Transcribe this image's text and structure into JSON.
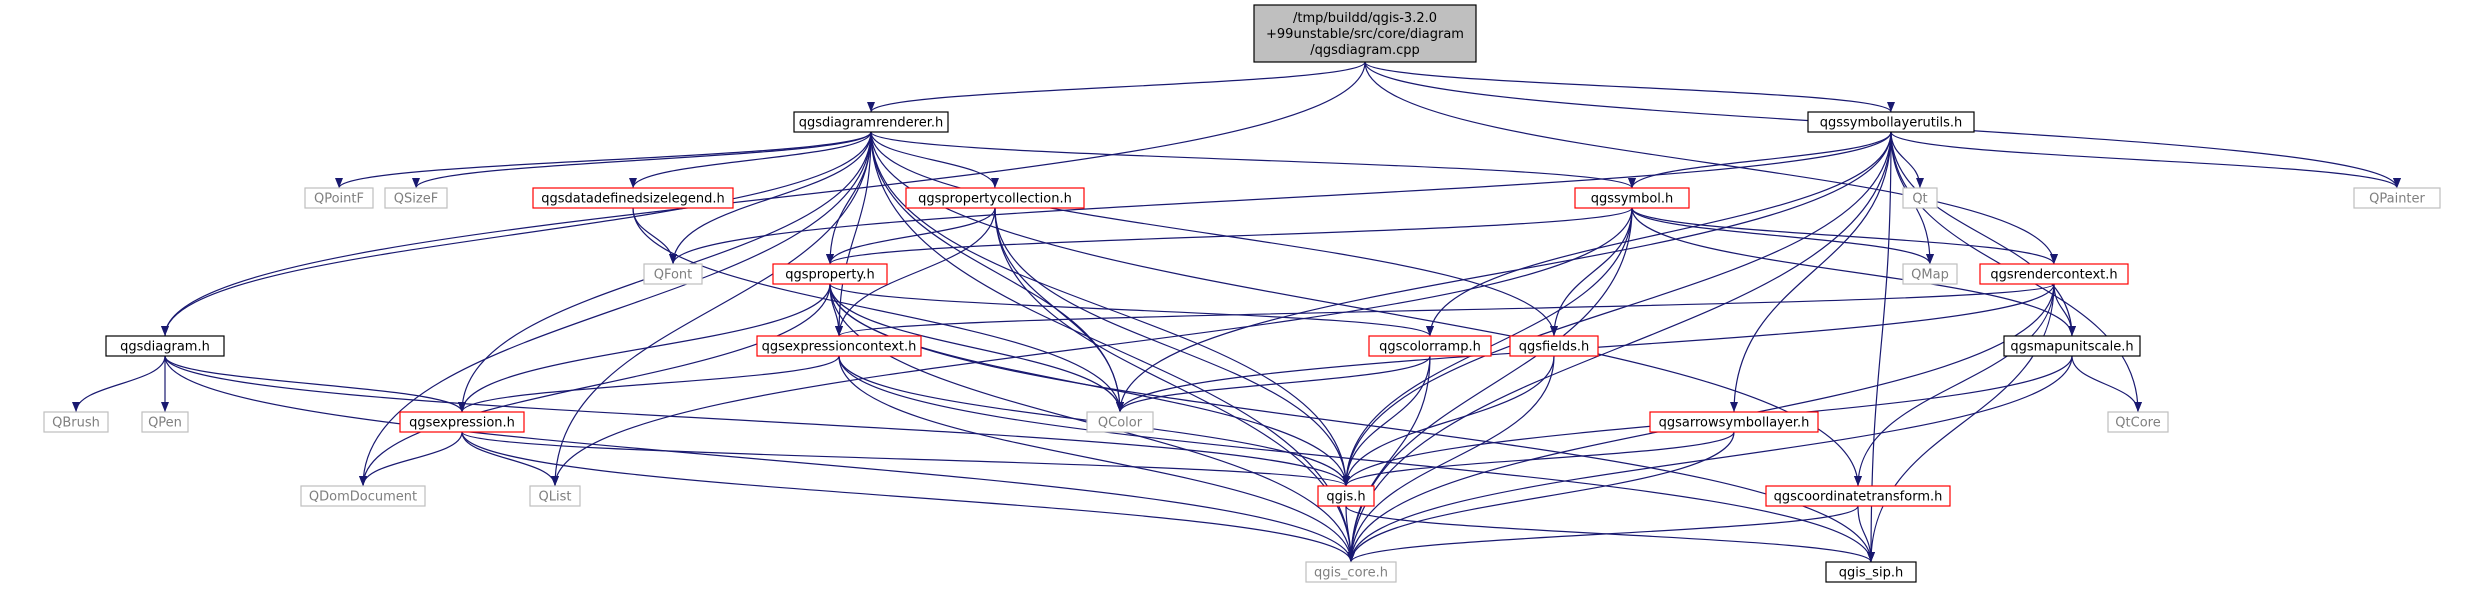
{
  "graph": {
    "nodes": [
      {
        "id": "root",
        "lines": [
          "/tmp/buildd/qgis-3.2.0",
          "+99unstable/src/core/diagram",
          "/qgsdiagram.cpp"
        ],
        "style": "root"
      },
      {
        "id": "qgsdiagramrenderer",
        "lines": [
          "qgsdiagramrenderer.h"
        ],
        "style": "black"
      },
      {
        "id": "qgssymbollayerutils",
        "lines": [
          "qgssymbollayerutils.h"
        ],
        "style": "black"
      },
      {
        "id": "qgsdiagram",
        "lines": [
          "qgsdiagram.h"
        ],
        "style": "black"
      },
      {
        "id": "qpainter",
        "lines": [
          "QPainter"
        ],
        "style": "grey"
      },
      {
        "id": "qpointf",
        "lines": [
          "QPointF"
        ],
        "style": "grey"
      },
      {
        "id": "qsizef",
        "lines": [
          "QSizeF"
        ],
        "style": "grey"
      },
      {
        "id": "qgsdatadefinedsizelegend",
        "lines": [
          "qgsdatadefinedsizelegend.h"
        ],
        "style": "red"
      },
      {
        "id": "qgspropertycollection",
        "lines": [
          "qgspropertycollection.h"
        ],
        "style": "red"
      },
      {
        "id": "qgssymbol",
        "lines": [
          "qgssymbol.h"
        ],
        "style": "red"
      },
      {
        "id": "qt",
        "lines": [
          "Qt"
        ],
        "style": "grey"
      },
      {
        "id": "qfont",
        "lines": [
          "QFont"
        ],
        "style": "grey"
      },
      {
        "id": "qgsproperty",
        "lines": [
          "qgsproperty.h"
        ],
        "style": "red"
      },
      {
        "id": "qmap",
        "lines": [
          "QMap"
        ],
        "style": "grey"
      },
      {
        "id": "qgsrendercontext",
        "lines": [
          "qgsrendercontext.h"
        ],
        "style": "red"
      },
      {
        "id": "qgsexpressioncontext",
        "lines": [
          "qgsexpressioncontext.h"
        ],
        "style": "red"
      },
      {
        "id": "qgscolorramp",
        "lines": [
          "qgscolorramp.h"
        ],
        "style": "red"
      },
      {
        "id": "qgsfields",
        "lines": [
          "qgsfields.h"
        ],
        "style": "red"
      },
      {
        "id": "qgsmapunitscale",
        "lines": [
          "qgsmapunitscale.h"
        ],
        "style": "black"
      },
      {
        "id": "qbrush",
        "lines": [
          "QBrush"
        ],
        "style": "grey"
      },
      {
        "id": "qpen",
        "lines": [
          "QPen"
        ],
        "style": "grey"
      },
      {
        "id": "qgsexpression",
        "lines": [
          "qgsexpression.h"
        ],
        "style": "red"
      },
      {
        "id": "qcolor",
        "lines": [
          "QColor"
        ],
        "style": "grey"
      },
      {
        "id": "qgsarrowsymbollayer",
        "lines": [
          "qgsarrowsymbollayer.h"
        ],
        "style": "red"
      },
      {
        "id": "qtcore",
        "lines": [
          "QtCore"
        ],
        "style": "grey"
      },
      {
        "id": "qdomdocument",
        "lines": [
          "QDomDocument"
        ],
        "style": "grey"
      },
      {
        "id": "qlist",
        "lines": [
          "QList"
        ],
        "style": "grey"
      },
      {
        "id": "qgis",
        "lines": [
          "qgis.h"
        ],
        "style": "red"
      },
      {
        "id": "qgscoordinatetransform",
        "lines": [
          "qgscoordinatetransform.h"
        ],
        "style": "red"
      },
      {
        "id": "qgis_core",
        "lines": [
          "qgis_core.h"
        ],
        "style": "grey"
      },
      {
        "id": "qgis_sip",
        "lines": [
          "qgis_sip.h"
        ],
        "style": "black"
      }
    ],
    "edges": [
      [
        "root",
        "qgsdiagramrenderer"
      ],
      [
        "root",
        "qgssymbollayerutils"
      ],
      [
        "root",
        "qgsdiagram"
      ],
      [
        "root",
        "qpainter"
      ],
      [
        "root",
        "qgsrendercontext"
      ],
      [
        "qgsdiagramrenderer",
        "qgsdiagram"
      ],
      [
        "qgsdiagramrenderer",
        "qpointf"
      ],
      [
        "qgsdiagramrenderer",
        "qsizef"
      ],
      [
        "qgsdiagramrenderer",
        "qgsdatadefinedsizelegend"
      ],
      [
        "qgsdiagramrenderer",
        "qgspropertycollection"
      ],
      [
        "qgsdiagramrenderer",
        "qgssymbol"
      ],
      [
        "qgsdiagramrenderer",
        "qfont"
      ],
      [
        "qgsdiagramrenderer",
        "qgsproperty"
      ],
      [
        "qgsdiagramrenderer",
        "qgsexpressioncontext"
      ],
      [
        "qgsdiagramrenderer",
        "qgsfields"
      ],
      [
        "qgsdiagramrenderer",
        "qgsexpression"
      ],
      [
        "qgsdiagramrenderer",
        "qcolor"
      ],
      [
        "qgsdiagramrenderer",
        "qdomdocument"
      ],
      [
        "qgsdiagramrenderer",
        "qlist"
      ],
      [
        "qgsdiagramrenderer",
        "qgis"
      ],
      [
        "qgsdiagramrenderer",
        "qgscoordinatetransform"
      ],
      [
        "qgsdiagramrenderer",
        "qgis_core"
      ],
      [
        "qgssymbollayerutils",
        "qgssymbol"
      ],
      [
        "qgssymbollayerutils",
        "qt"
      ],
      [
        "qgssymbollayerutils",
        "qmap"
      ],
      [
        "qgssymbollayerutils",
        "qpainter"
      ],
      [
        "qgssymbollayerutils",
        "qgsmapunitscale"
      ],
      [
        "qgssymbollayerutils",
        "qfont"
      ],
      [
        "qgssymbollayerutils",
        "qcolor"
      ],
      [
        "qgssymbollayerutils",
        "qgscolorramp"
      ],
      [
        "qgssymbollayerutils",
        "qgsarrowsymbollayer"
      ],
      [
        "qgssymbollayerutils",
        "qtcore"
      ],
      [
        "qgssymbollayerutils",
        "qgis"
      ],
      [
        "qgssymbollayerutils",
        "qgis_core"
      ],
      [
        "qgssymbollayerutils",
        "qgis_sip"
      ],
      [
        "qgsdiagram",
        "qbrush"
      ],
      [
        "qgsdiagram",
        "qpen"
      ],
      [
        "qgsdiagram",
        "qgsexpression"
      ],
      [
        "qgsdiagram",
        "qgis"
      ],
      [
        "qgsdiagram",
        "qgis_core"
      ],
      [
        "qgsdatadefinedsizelegend",
        "qfont"
      ],
      [
        "qgsdatadefinedsizelegend",
        "qcolor"
      ],
      [
        "qgspropertycollection",
        "qgsproperty"
      ],
      [
        "qgspropertycollection",
        "qgsexpressioncontext"
      ],
      [
        "qgspropertycollection",
        "qcolor"
      ],
      [
        "qgspropertycollection",
        "qgis"
      ],
      [
        "qgspropertycollection",
        "qgis_core"
      ],
      [
        "qgssymbol",
        "qgsproperty"
      ],
      [
        "qgssymbol",
        "qmap"
      ],
      [
        "qgssymbol",
        "qgsrendercontext"
      ],
      [
        "qgssymbol",
        "qgsfields"
      ],
      [
        "qgssymbol",
        "qgsmapunitscale"
      ],
      [
        "qgssymbol",
        "qlist"
      ],
      [
        "qgssymbol",
        "qgis"
      ],
      [
        "qgssymbol",
        "qgis_core"
      ],
      [
        "qgsproperty",
        "qgsexpressioncontext"
      ],
      [
        "qgsproperty",
        "qgscolorramp"
      ],
      [
        "qgsproperty",
        "qgsexpression"
      ],
      [
        "qgsproperty",
        "qcolor"
      ],
      [
        "qgsproperty",
        "qdomdocument"
      ],
      [
        "qgsproperty",
        "qgis"
      ],
      [
        "qgsproperty",
        "qgis_core"
      ],
      [
        "qgsproperty",
        "qgis_sip"
      ],
      [
        "qgsrendercontext",
        "qgsexpressioncontext"
      ],
      [
        "qgsrendercontext",
        "qcolor"
      ],
      [
        "qgsrendercontext",
        "qgsmapunitscale"
      ],
      [
        "qgsrendercontext",
        "qgscoordinatetransform"
      ],
      [
        "qgsrendercontext",
        "qgis_core"
      ],
      [
        "qgsrendercontext",
        "qgis_sip"
      ],
      [
        "qgsexpressioncontext",
        "qgsexpression"
      ],
      [
        "qgsexpressioncontext",
        "qgis"
      ],
      [
        "qgsexpressioncontext",
        "qgis_core"
      ],
      [
        "qgsexpressioncontext",
        "qgis_sip"
      ],
      [
        "qgscolorramp",
        "qcolor"
      ],
      [
        "qgscolorramp",
        "qgis"
      ],
      [
        "qgscolorramp",
        "qgis_core"
      ],
      [
        "qgsfields",
        "qgis"
      ],
      [
        "qgsfields",
        "qgis_core"
      ],
      [
        "qgsmapunitscale",
        "qtcore"
      ],
      [
        "qgsmapunitscale",
        "qgis"
      ],
      [
        "qgsmapunitscale",
        "qgis_core"
      ],
      [
        "qgsexpression",
        "qdomdocument"
      ],
      [
        "qgsexpression",
        "qlist"
      ],
      [
        "qgsexpression",
        "qgis"
      ],
      [
        "qgsexpression",
        "qgis_core"
      ],
      [
        "qgsarrowsymbollayer",
        "qgis"
      ],
      [
        "qgsarrowsymbollayer",
        "qgis_core"
      ],
      [
        "qgis",
        "qgis_core"
      ],
      [
        "qgis",
        "qgis_sip"
      ],
      [
        "qgscoordinatetransform",
        "qgis_core"
      ],
      [
        "qgscoordinatetransform",
        "qgis_sip"
      ]
    ]
  },
  "colors": {
    "edge": "#191970",
    "root_fill": "#bfbfbf",
    "black_border": "#000000",
    "red_border": "#ff0000",
    "grey_border": "#bfbfbf",
    "grey_text": "#7f7f7f",
    "text": "#000000"
  }
}
